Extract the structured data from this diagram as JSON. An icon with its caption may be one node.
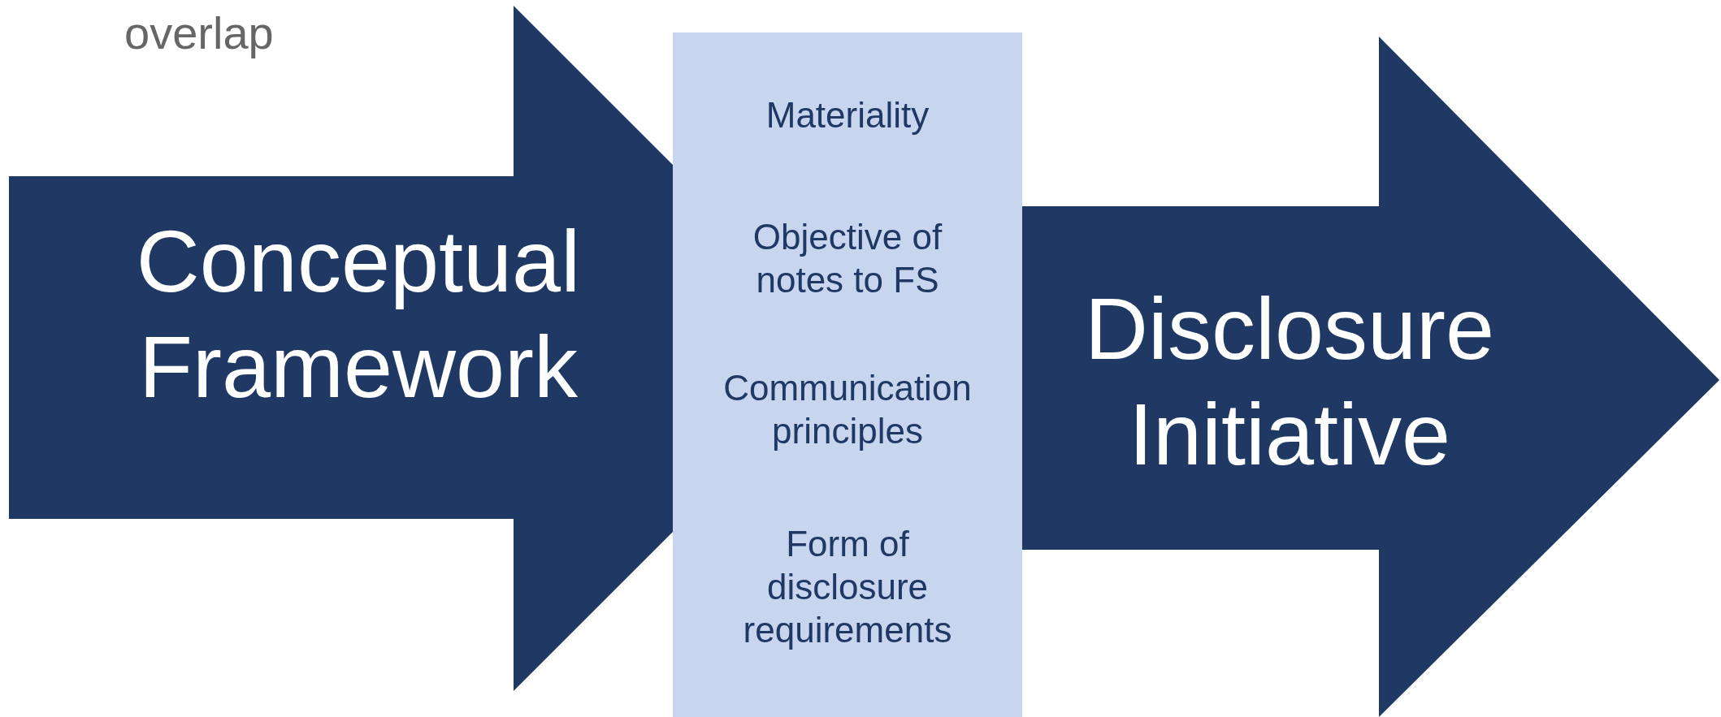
{
  "diagram": {
    "title": "overlap",
    "nodes": [
      {
        "text": [
          "Conceptual Framework"
        ]
      },
      {
        "text": [
          "Materiality",
          "Objective of notes to FS",
          "Communication principles",
          "Form of disclosure requirements"
        ]
      },
      {
        "text": [
          "Disclosure Initiative"
        ]
      }
    ]
  }
}
